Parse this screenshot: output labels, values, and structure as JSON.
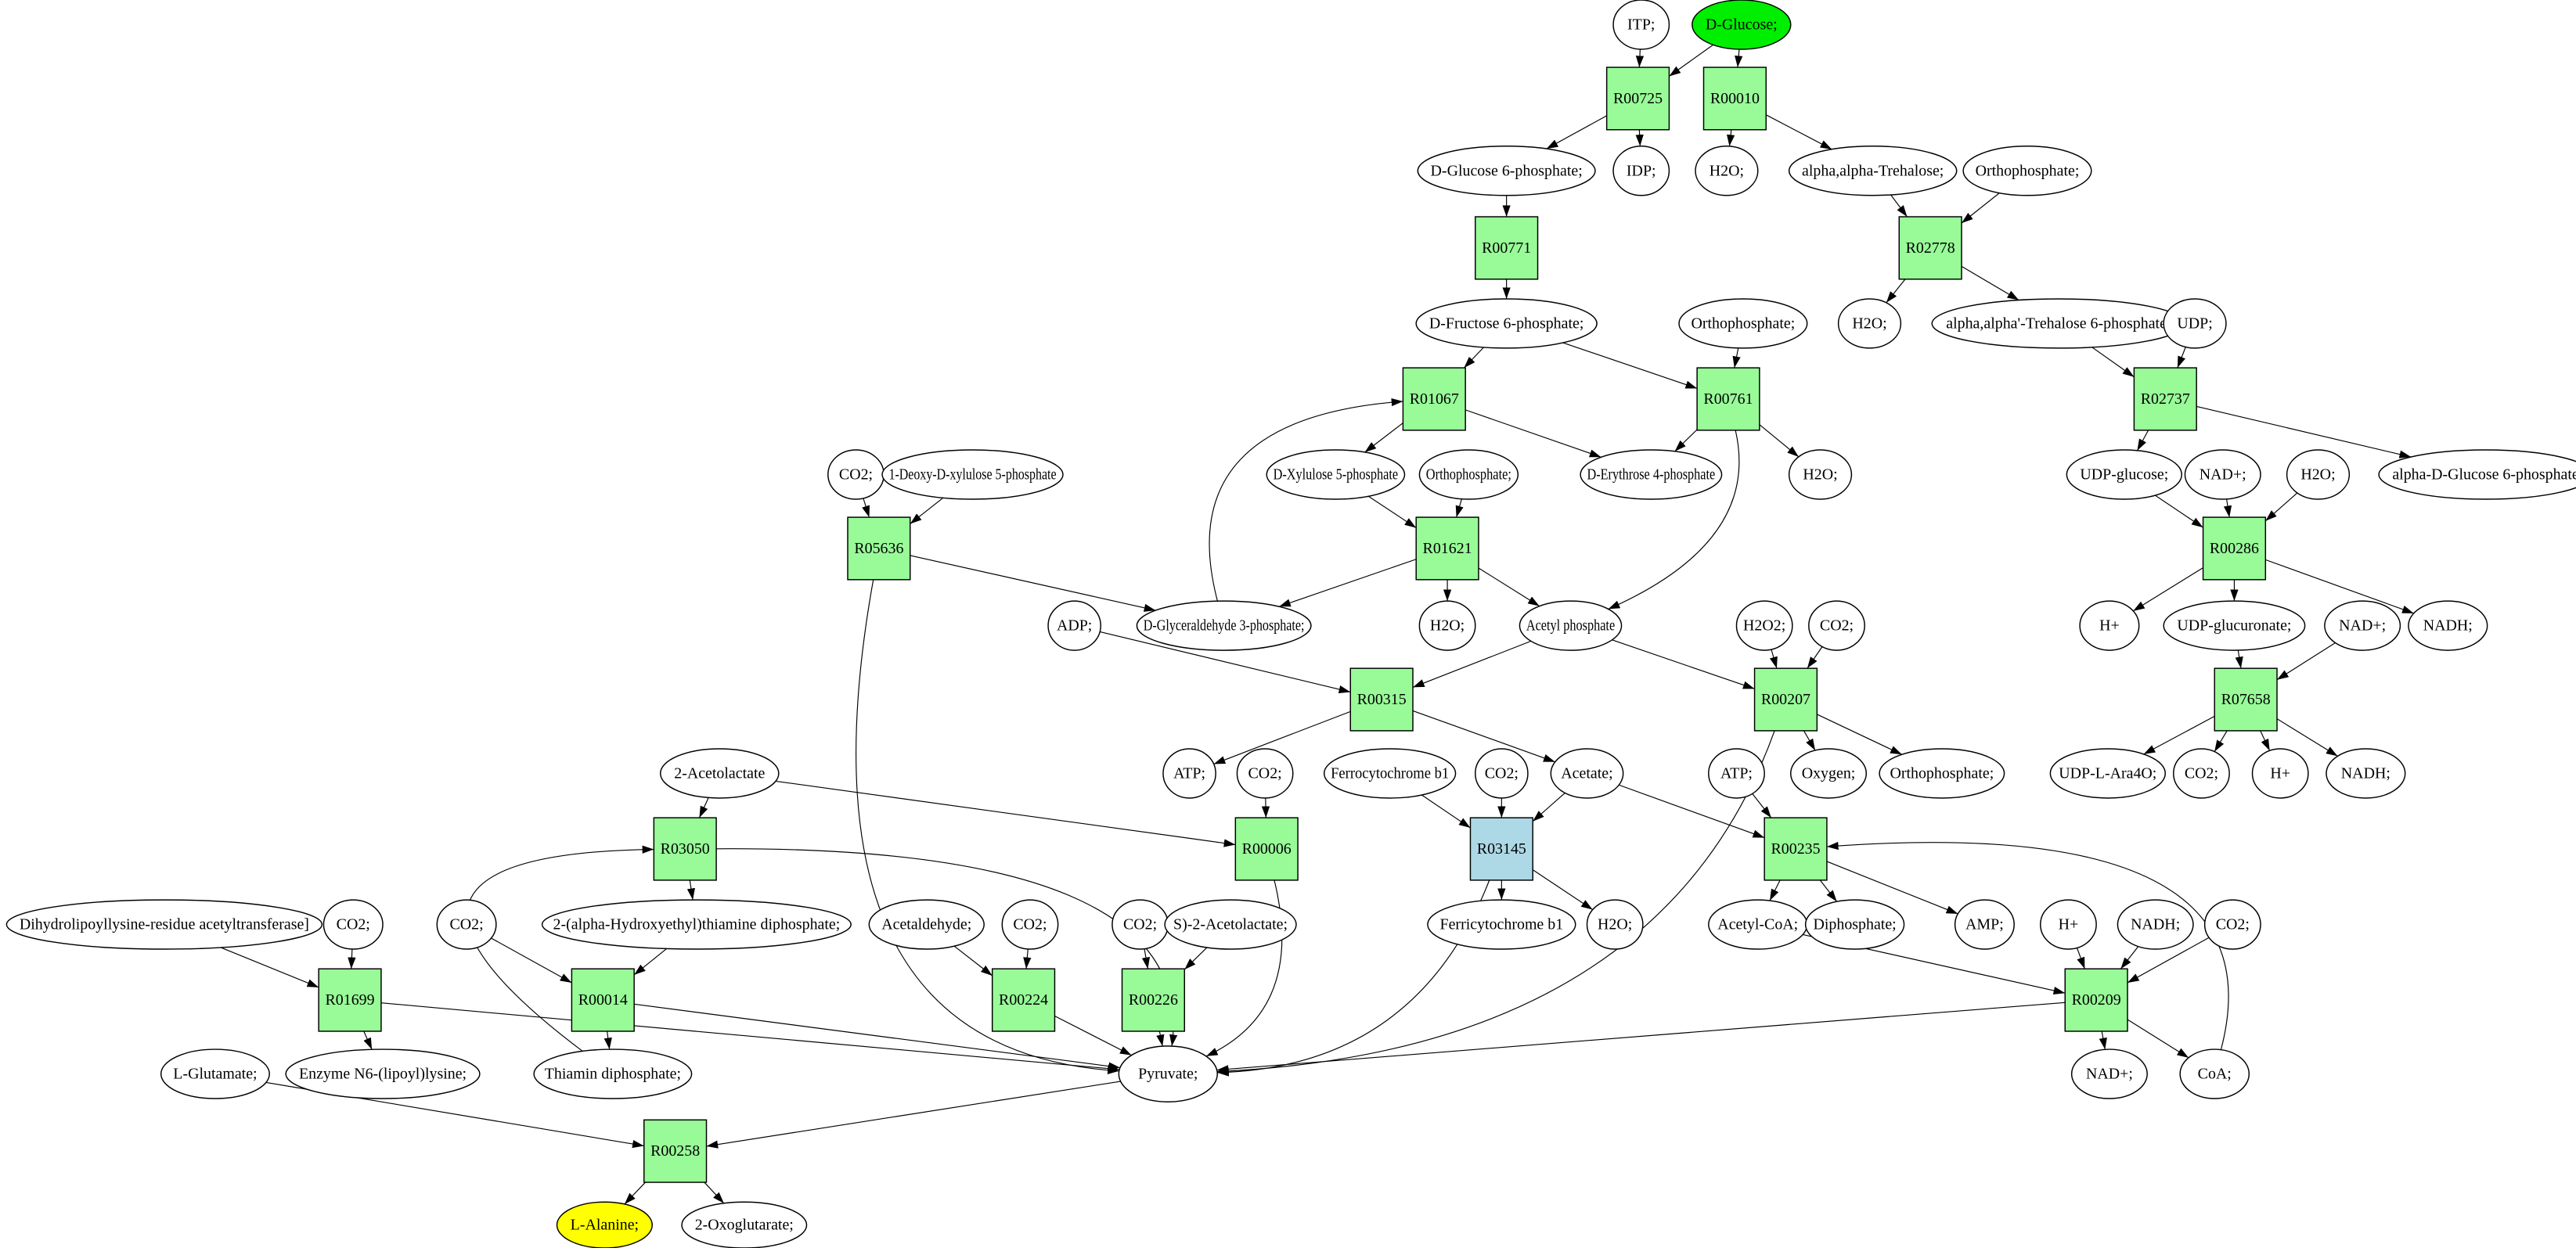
{
  "colors": {
    "reaction_fill": "#98fb98",
    "reaction_highlight_fill": "#add8e6",
    "compound_fill": "#ffffff",
    "source_fill": "#00ee00",
    "target_fill": "#ffff00",
    "stroke": "#000000"
  },
  "nodes": [
    {
      "id": "itp",
      "label": "ITP;",
      "kind": "compound"
    },
    {
      "id": "dglc",
      "label": "D-Glucose;",
      "kind": "source"
    },
    {
      "id": "R00725",
      "label": "R00725",
      "kind": "reaction"
    },
    {
      "id": "R00010",
      "label": "R00010",
      "kind": "reaction"
    },
    {
      "id": "g6p",
      "label": "D-Glucose 6-phosphate;",
      "kind": "compound"
    },
    {
      "id": "idp",
      "label": "IDP;",
      "kind": "compound"
    },
    {
      "id": "h2o_a",
      "label": "H2O;",
      "kind": "compound"
    },
    {
      "id": "treh",
      "label": "alpha,alpha-Trehalose;",
      "kind": "compound"
    },
    {
      "id": "pi_a",
      "label": "Orthophosphate;",
      "kind": "compound"
    },
    {
      "id": "R00771",
      "label": "R00771",
      "kind": "reaction"
    },
    {
      "id": "R02778",
      "label": "R02778",
      "kind": "reaction"
    },
    {
      "id": "f6p",
      "label": "D-Fructose 6-phosphate;",
      "kind": "compound"
    },
    {
      "id": "pi_b",
      "label": "Orthophosphate;",
      "kind": "compound"
    },
    {
      "id": "h2o_b",
      "label": "H2O;",
      "kind": "compound"
    },
    {
      "id": "t6p",
      "label": "alpha,alpha'-Trehalose 6-phosphate;",
      "kind": "compound"
    },
    {
      "id": "udp",
      "label": "UDP;",
      "kind": "compound"
    },
    {
      "id": "R01067",
      "label": "R01067",
      "kind": "reaction"
    },
    {
      "id": "R00761",
      "label": "R00761",
      "kind": "reaction"
    },
    {
      "id": "R02737",
      "label": "R02737",
      "kind": "reaction"
    },
    {
      "id": "co2_a",
      "label": "CO2;",
      "kind": "compound"
    },
    {
      "id": "dxp",
      "label": "1-Deoxy-D-xylulose 5-phosphate",
      "kind": "compound"
    },
    {
      "id": "xyl5p",
      "label": "D-Xylulose 5-phosphate",
      "kind": "compound"
    },
    {
      "id": "pi_c",
      "label": "Orthophosphate;",
      "kind": "compound"
    },
    {
      "id": "e4p",
      "label": "D-Erythrose 4-phosphate",
      "kind": "compound"
    },
    {
      "id": "h2o_c",
      "label": "H2O;",
      "kind": "compound"
    },
    {
      "id": "udpglc",
      "label": "UDP-glucose;",
      "kind": "compound"
    },
    {
      "id": "nad_a",
      "label": "NAD+;",
      "kind": "compound"
    },
    {
      "id": "h2o_d",
      "label": "H2O;",
      "kind": "compound"
    },
    {
      "id": "ag6p",
      "label": "alpha-D-Glucose 6-phosphate",
      "kind": "compound"
    },
    {
      "id": "R05636",
      "label": "R05636",
      "kind": "reaction"
    },
    {
      "id": "R01621",
      "label": "R01621",
      "kind": "reaction"
    },
    {
      "id": "R00286",
      "label": "R00286",
      "kind": "reaction"
    },
    {
      "id": "adp",
      "label": "ADP;",
      "kind": "compound"
    },
    {
      "id": "gap",
      "label": "D-Glyceraldehyde 3-phosphate;",
      "kind": "compound"
    },
    {
      "id": "h2o_e",
      "label": "H2O;",
      "kind": "compound"
    },
    {
      "id": "acp",
      "label": "Acetyl phosphate",
      "kind": "compound"
    },
    {
      "id": "h2o2",
      "label": "H2O2;",
      "kind": "compound"
    },
    {
      "id": "co2_b",
      "label": "CO2;",
      "kind": "compound"
    },
    {
      "id": "hplus_a",
      "label": "H+",
      "kind": "compound"
    },
    {
      "id": "udpglca",
      "label": "UDP-glucuronate;",
      "kind": "compound"
    },
    {
      "id": "nad_b",
      "label": "NAD+;",
      "kind": "compound"
    },
    {
      "id": "nadh_a",
      "label": "NADH;",
      "kind": "compound"
    },
    {
      "id": "R00315",
      "label": "R00315",
      "kind": "reaction"
    },
    {
      "id": "R00207",
      "label": "R00207",
      "kind": "reaction"
    },
    {
      "id": "R07658",
      "label": "R07658",
      "kind": "reaction"
    },
    {
      "id": "acetolactate",
      "label": "2-Acetolactate",
      "kind": "compound"
    },
    {
      "id": "atp_a",
      "label": "ATP;",
      "kind": "compound"
    },
    {
      "id": "co2_c",
      "label": "CO2;",
      "kind": "compound"
    },
    {
      "id": "ferro",
      "label": "Ferrocytochrome b1",
      "kind": "compound"
    },
    {
      "id": "co2_d",
      "label": "CO2;",
      "kind": "compound"
    },
    {
      "id": "acetate",
      "label": "Acetate;",
      "kind": "compound"
    },
    {
      "id": "atp_b",
      "label": "ATP;",
      "kind": "compound"
    },
    {
      "id": "oxygen",
      "label": "Oxygen;",
      "kind": "compound"
    },
    {
      "id": "pi_d",
      "label": "Orthophosphate;",
      "kind": "compound"
    },
    {
      "id": "udplara",
      "label": "UDP-L-Ara4O;",
      "kind": "compound"
    },
    {
      "id": "co2_e",
      "label": "CO2;",
      "kind": "compound"
    },
    {
      "id": "hplus_b",
      "label": "H+",
      "kind": "compound"
    },
    {
      "id": "nadh_b",
      "label": "NADH;",
      "kind": "compound"
    },
    {
      "id": "R03050",
      "label": "R03050",
      "kind": "reaction"
    },
    {
      "id": "R00006",
      "label": "R00006",
      "kind": "reaction"
    },
    {
      "id": "R03145",
      "label": "R03145",
      "kind": "reaction_highlight"
    },
    {
      "id": "R00235",
      "label": "R00235",
      "kind": "reaction"
    },
    {
      "id": "dihydro",
      "label": "Dihydrolipoyllysine-residue acetyltransferase]",
      "kind": "compound"
    },
    {
      "id": "co2_f",
      "label": "CO2;",
      "kind": "compound"
    },
    {
      "id": "co2_g",
      "label": "CO2;",
      "kind": "compound"
    },
    {
      "id": "hetpp",
      "label": "2-(alpha-Hydroxyethyl)thiamine diphosphate;",
      "kind": "compound"
    },
    {
      "id": "acetald",
      "label": "Acetaldehyde;",
      "kind": "compound"
    },
    {
      "id": "co2_h",
      "label": "CO2;",
      "kind": "compound"
    },
    {
      "id": "co2_i",
      "label": "CO2;",
      "kind": "compound"
    },
    {
      "id": "sacetolactate",
      "label": "S)-2-Acetolactate;",
      "kind": "compound"
    },
    {
      "id": "ferri",
      "label": "Ferricytochrome b1",
      "kind": "compound"
    },
    {
      "id": "h2o_f",
      "label": "H2O;",
      "kind": "compound"
    },
    {
      "id": "accoa",
      "label": "Acetyl-CoA;",
      "kind": "compound"
    },
    {
      "id": "ppi",
      "label": "Diphosphate;",
      "kind": "compound"
    },
    {
      "id": "amp",
      "label": "AMP;",
      "kind": "compound"
    },
    {
      "id": "hplus_c",
      "label": "H+",
      "kind": "compound"
    },
    {
      "id": "nadh_c",
      "label": "NADH;",
      "kind": "compound"
    },
    {
      "id": "co2_j",
      "label": "CO2;",
      "kind": "compound"
    },
    {
      "id": "R01699",
      "label": "R01699",
      "kind": "reaction"
    },
    {
      "id": "R00014",
      "label": "R00014",
      "kind": "reaction"
    },
    {
      "id": "R00224",
      "label": "R00224",
      "kind": "reaction"
    },
    {
      "id": "R00226",
      "label": "R00226",
      "kind": "reaction"
    },
    {
      "id": "R00209",
      "label": "R00209",
      "kind": "reaction"
    },
    {
      "id": "lglu",
      "label": "L-Glutamate;",
      "kind": "compound"
    },
    {
      "id": "enzn6",
      "label": "Enzyme N6-(lipoyl)lysine;",
      "kind": "compound"
    },
    {
      "id": "thdp",
      "label": "Thiamin diphosphate;",
      "kind": "compound"
    },
    {
      "id": "pyruvate",
      "label": "Pyruvate;",
      "kind": "compound"
    },
    {
      "id": "nad_c",
      "label": "NAD+;",
      "kind": "compound"
    },
    {
      "id": "coa",
      "label": "CoA;",
      "kind": "compound"
    },
    {
      "id": "R00258",
      "label": "R00258",
      "kind": "reaction"
    },
    {
      "id": "lala",
      "label": "L-Alanine;",
      "kind": "target"
    },
    {
      "id": "oxoglu",
      "label": "2-Oxoglutarate;",
      "kind": "compound"
    }
  ],
  "edges": [
    [
      "itp",
      "R00725"
    ],
    [
      "dglc",
      "R00725"
    ],
    [
      "dglc",
      "R00010"
    ],
    [
      "R00725",
      "g6p"
    ],
    [
      "R00725",
      "idp"
    ],
    [
      "R00010",
      "h2o_a"
    ],
    [
      "R00010",
      "treh"
    ],
    [
      "treh",
      "R02778"
    ],
    [
      "pi_a",
      "R02778"
    ],
    [
      "g6p",
      "R00771"
    ],
    [
      "R00771",
      "f6p"
    ],
    [
      "R02778",
      "h2o_b"
    ],
    [
      "R02778",
      "t6p"
    ],
    [
      "t6p",
      "R02737"
    ],
    [
      "udp",
      "R02737"
    ],
    [
      "f6p",
      "R01067"
    ],
    [
      "f6p",
      "R00761"
    ],
    [
      "pi_b",
      "R00761"
    ],
    [
      "R01067",
      "xyl5p"
    ],
    [
      "R01067",
      "e4p"
    ],
    [
      "R00761",
      "e4p"
    ],
    [
      "R00761",
      "h2o_c"
    ],
    [
      "R00761",
      "acp"
    ],
    [
      "R02737",
      "udpglc"
    ],
    [
      "R02737",
      "ag6p"
    ],
    [
      "co2_a",
      "R05636"
    ],
    [
      "dxp",
      "R05636"
    ],
    [
      "xyl5p",
      "R01621"
    ],
    [
      "pi_c",
      "R01621"
    ],
    [
      "gap",
      "R01067"
    ],
    [
      "udpglc",
      "R00286"
    ],
    [
      "nad_a",
      "R00286"
    ],
    [
      "h2o_d",
      "R00286"
    ],
    [
      "R05636",
      "gap"
    ],
    [
      "R05636",
      "pyruvate"
    ],
    [
      "R01621",
      "gap"
    ],
    [
      "R01621",
      "h2o_e"
    ],
    [
      "R01621",
      "acp"
    ],
    [
      "R00286",
      "hplus_a"
    ],
    [
      "R00286",
      "udpglca"
    ],
    [
      "R00286",
      "nadh_a"
    ],
    [
      "adp",
      "R00315"
    ],
    [
      "acp",
      "R00315"
    ],
    [
      "acp",
      "R00207"
    ],
    [
      "h2o2",
      "R00207"
    ],
    [
      "co2_b",
      "R00207"
    ],
    [
      "udpglca",
      "R07658"
    ],
    [
      "nad_b",
      "R07658"
    ],
    [
      "R00315",
      "atp_a"
    ],
    [
      "R00315",
      "acetate"
    ],
    [
      "R00207",
      "oxygen"
    ],
    [
      "R00207",
      "pi_d"
    ],
    [
      "R00207",
      "pyruvate"
    ],
    [
      "R07658",
      "udplara"
    ],
    [
      "R07658",
      "co2_e"
    ],
    [
      "R07658",
      "hplus_b"
    ],
    [
      "R07658",
      "nadh_b"
    ],
    [
      "acetolactate",
      "R03050"
    ],
    [
      "acetolactate",
      "R00006"
    ],
    [
      "co2_c",
      "R00006"
    ],
    [
      "ferro",
      "R03145"
    ],
    [
      "co2_d",
      "R03145"
    ],
    [
      "acetate",
      "R03145"
    ],
    [
      "acetate",
      "R00235"
    ],
    [
      "atp_b",
      "R00235"
    ],
    [
      "R03050",
      "hetpp"
    ],
    [
      "R03050",
      "pyruvate"
    ],
    [
      "R00006",
      "pyruvate"
    ],
    [
      "R03145",
      "ferri"
    ],
    [
      "R03145",
      "h2o_f"
    ],
    [
      "R03145",
      "pyruvate"
    ],
    [
      "R00235",
      "accoa"
    ],
    [
      "R00235",
      "ppi"
    ],
    [
      "R00235",
      "amp"
    ],
    [
      "coa",
      "R00235"
    ],
    [
      "dihydro",
      "R01699"
    ],
    [
      "co2_f",
      "R01699"
    ],
    [
      "co2_g",
      "R00014"
    ],
    [
      "hetpp",
      "R00014"
    ],
    [
      "thdp",
      "R03050"
    ],
    [
      "acetald",
      "R00224"
    ],
    [
      "co2_h",
      "R00224"
    ],
    [
      "co2_i",
      "R00226"
    ],
    [
      "sacetolactate",
      "R00226"
    ],
    [
      "accoa",
      "R00209"
    ],
    [
      "hplus_c",
      "R00209"
    ],
    [
      "nadh_c",
      "R00209"
    ],
    [
      "co2_j",
      "R00209"
    ],
    [
      "R01699",
      "enzn6"
    ],
    [
      "R01699",
      "pyruvate"
    ],
    [
      "R00014",
      "thdp"
    ],
    [
      "R00014",
      "pyruvate"
    ],
    [
      "R00224",
      "pyruvate"
    ],
    [
      "R00226",
      "pyruvate"
    ],
    [
      "R00209",
      "pyruvate"
    ],
    [
      "R00209",
      "nad_c"
    ],
    [
      "R00209",
      "coa"
    ],
    [
      "lglu",
      "R00258"
    ],
    [
      "pyruvate",
      "R00258"
    ],
    [
      "R00258",
      "lala"
    ],
    [
      "R00258",
      "oxoglu"
    ]
  ]
}
